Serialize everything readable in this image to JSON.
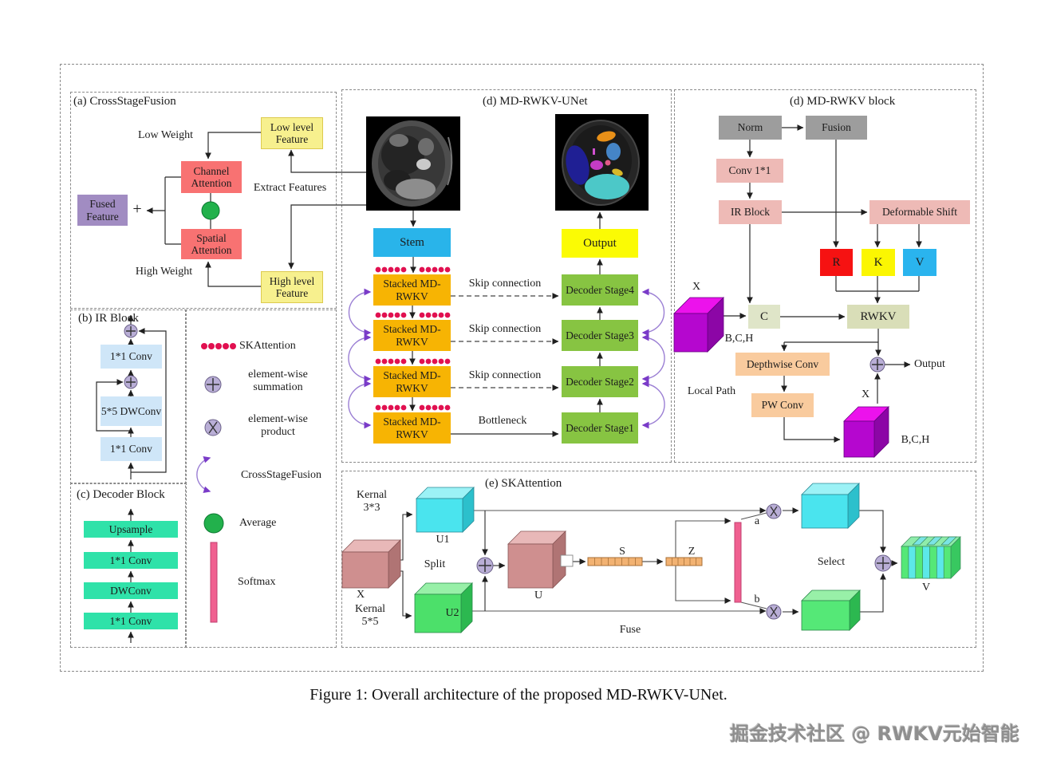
{
  "panel_a": {
    "title": "(a) CrossStageFusion",
    "low_weight": "Low Weight",
    "high_weight": "High Weight",
    "extract_features": "Extract Features",
    "plus": "+",
    "low_level_feature": "Low level Feature",
    "channel_attention": "Channel Attention",
    "spatial_attention": "Spatial Attention",
    "fused_feature": "Fused Feature",
    "high_level_feature": "High level Feature"
  },
  "panel_b": {
    "title": "(b) IR Block",
    "boxes": [
      "1*1 Conv",
      "5*5 DWConv",
      "1*1 Conv"
    ]
  },
  "panel_c": {
    "title": "(c) Decoder Block",
    "boxes": [
      "Upsample",
      "1*1 Conv",
      "DWConv",
      "1*1 Conv"
    ]
  },
  "legend": {
    "sk_attention": "SKAttention",
    "summation": "element-wise summation",
    "product": "element-wise product",
    "cross_stage_fusion": "CrossStageFusion",
    "average": "Average",
    "softmax": "Softmax"
  },
  "panel_d_unet": {
    "title": "(d) MD-RWKV-UNet",
    "stem": "Stem",
    "output": "Output",
    "stacked": "Stacked MD-RWKV",
    "stages": [
      "Decoder Stage4",
      "Decoder Stage3",
      "Decoder Stage2",
      "Decoder Stage1"
    ],
    "skip_connection": "Skip connection",
    "bottleneck": "Bottleneck"
  },
  "panel_d_block": {
    "title": "(d) MD-RWKV block",
    "norm": "Norm",
    "fusion": "Fusion",
    "conv11": "Conv 1*1",
    "ir_block": "IR Block",
    "deformable_shift": "Deformable Shift",
    "r": "R",
    "k": "K",
    "v": "V",
    "c": "C",
    "rwkv": "RWKV",
    "depthwise_conv": "Depthwise Conv",
    "pw_conv": "PW Conv",
    "local_path": "Local Path",
    "x_in": "X",
    "x_out": "X",
    "bch_in": "B,C,H",
    "bch_out": "B,C,H",
    "output": "Output"
  },
  "panel_e": {
    "title": "(e) SKAttention",
    "kernal33": "Kernal 3*3",
    "kernal55": "Kernal 5*5",
    "x": "X",
    "split": "Split",
    "u1": "U1",
    "u2": "U2",
    "u": "U",
    "s": "S",
    "z": "Z",
    "a": "a",
    "b": "b",
    "select": "Select",
    "v": "V",
    "fuse": "Fuse"
  },
  "caption": "Figure 1: Overall architecture of the proposed MD-RWKV-UNet.",
  "watermark": "掘金技术社区 @ RWKV元始智能",
  "colors": {
    "stem_blue": "#29b4ea",
    "stacked_orange": "#f7b403",
    "decoder_green": "#87c442",
    "output_yellow": "#fbfb04",
    "attention_red": "#f87272",
    "feature_yellow": "#f7f08e",
    "fused_purple": "#a18cc2",
    "conv_lightblue": "#cfe6f8",
    "decoder_block_green": "#2fe2a9",
    "norm_gray": "#9d9d9d",
    "pink_block": "#eebab6",
    "peach_block": "#f9cb9e",
    "sage_block": "#dfe5c8",
    "r_red": "#f61212",
    "k_yellow": "#fbf602",
    "v_cyan": "#2ab4ee",
    "cube_magenta": "#b507cf",
    "csf_purple": "#7a3bc8",
    "sk_dot_red": "#e11050",
    "softmax_pink": "#f06090",
    "average_green": "#22b14c"
  }
}
